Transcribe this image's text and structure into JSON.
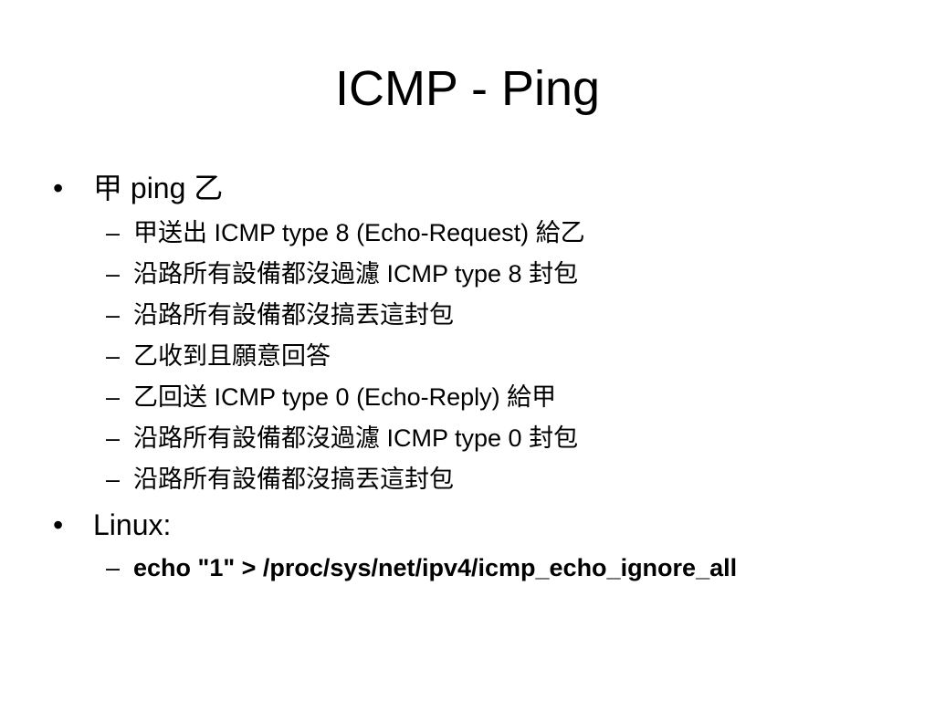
{
  "slide": {
    "title": "ICMP - Ping",
    "bullet_char": "•",
    "dash_char": "–",
    "items": [
      {
        "text": "甲 ping 乙",
        "subitems": [
          "甲送出 ICMP type 8 (Echo-Request) 給乙",
          "沿路所有設備都沒過濾 ICMP type 8 封包",
          "沿路所有設備都沒搞丟這封包",
          "乙收到且願意回答",
          "乙回送 ICMP type 0 (Echo-Reply) 給甲",
          "沿路所有設備都沒過濾 ICMP type 0 封包",
          "沿路所有設備都沒搞丟這封包"
        ]
      },
      {
        "text": "Linux:",
        "subitems": [
          "echo \"1\" > /proc/sys/net/ipv4/icmp_echo_ignore_all"
        ]
      }
    ]
  }
}
